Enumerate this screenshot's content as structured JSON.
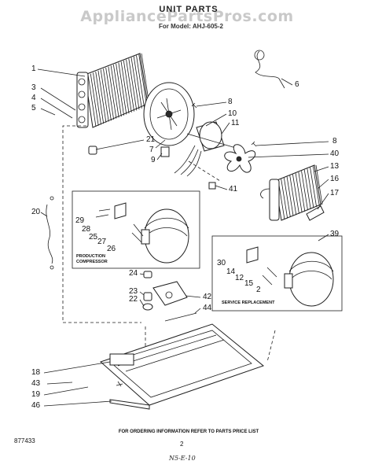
{
  "watermark": "AppliancePartsPros.com",
  "header": {
    "title": "UNIT PARTS",
    "subtitle": "For Model: AHJ-605-2"
  },
  "boxes": {
    "production": "PRODUCTION\nCOMPRESSOR",
    "service": "SERVICE REPLACEMENT"
  },
  "callouts": [
    {
      "label": "1"
    },
    {
      "label": "3"
    },
    {
      "label": "4"
    },
    {
      "label": "5"
    },
    {
      "label": "6"
    },
    {
      "label": "8"
    },
    {
      "label": "10"
    },
    {
      "label": "11"
    },
    {
      "label": "21"
    },
    {
      "label": "7"
    },
    {
      "label": "9"
    },
    {
      "label": "8"
    },
    {
      "label": "40"
    },
    {
      "label": "13"
    },
    {
      "label": "16"
    },
    {
      "label": "41"
    },
    {
      "label": "17"
    },
    {
      "label": "20"
    },
    {
      "label": "29"
    },
    {
      "label": "28"
    },
    {
      "label": "25"
    },
    {
      "label": "27"
    },
    {
      "label": "26"
    },
    {
      "label": "39"
    },
    {
      "label": "30"
    },
    {
      "label": "14"
    },
    {
      "label": "12"
    },
    {
      "label": "15"
    },
    {
      "label": "2"
    },
    {
      "label": "24"
    },
    {
      "label": "23"
    },
    {
      "label": "22"
    },
    {
      "label": "42"
    },
    {
      "label": "44"
    },
    {
      "label": "18"
    },
    {
      "label": "43"
    },
    {
      "label": "19"
    },
    {
      "label": "46"
    }
  ],
  "footer": {
    "ordering": "FOR ORDERING INFORMATION REFER TO PARTS PRICE LIST",
    "page": "2",
    "doc_number": "877433",
    "handwritten_note": "N5-E-10"
  }
}
